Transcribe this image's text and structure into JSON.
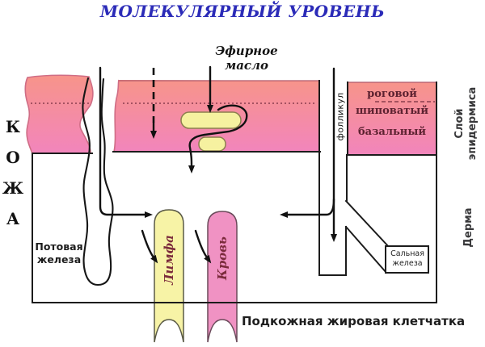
{
  "title": "МОЛЕКУЛЯРНЫЙ УРОВЕНЬ",
  "labels": {
    "essential_oil": "Эфирное масло",
    "skin_letters": [
      "К",
      "О",
      "Ж",
      "А"
    ],
    "epidermis_layers": [
      "роговой",
      "шиповатый",
      "базальный"
    ],
    "epidermis_side": {
      "line1": "Слой",
      "line2": "эпидермиса"
    },
    "dermis_side": "Дерма",
    "follicle": "фолликул",
    "sweat_gland": {
      "line1": "Потовая",
      "line2": "железа"
    },
    "sebaceous_gland": {
      "line1": "Сальная",
      "line2": "железа"
    },
    "lymph": "Лимфа",
    "blood": "Кровь",
    "subcutaneous": "Подкожная жировая клетчатка"
  },
  "colors": {
    "title_text": "#2b2bb8",
    "epidermis_top": "#f7948a",
    "epidermis_bottom": "#f285bc",
    "layer_text": "#5c2130",
    "dotted_line": "#8a3d4e",
    "cell_fill": "#f6f1a0",
    "cell_border": "#8c7f4e",
    "lymph_fill": "#f7f3a6",
    "blood_fill": "#f092c3",
    "vessel_text": "#7b2b3c",
    "outline": "#1c1c1c",
    "skin_edge": "#cf6d85"
  }
}
